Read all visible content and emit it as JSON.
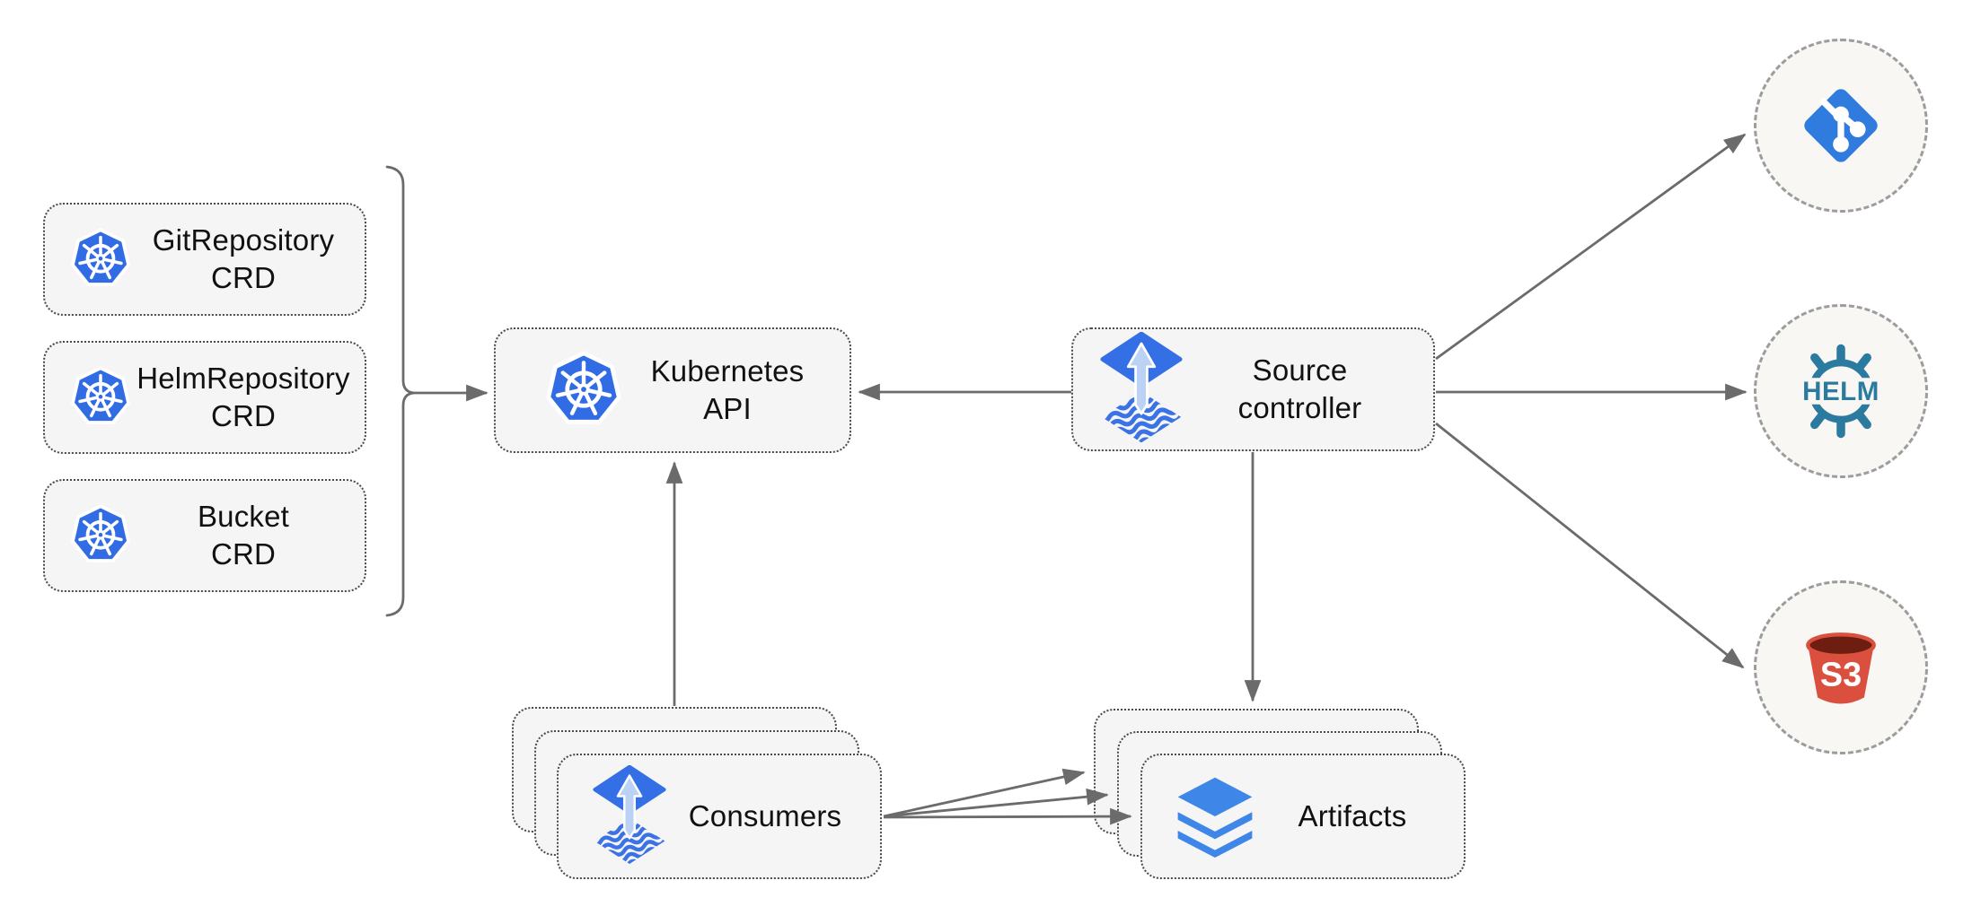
{
  "diagram": {
    "background": "#FFFFFF",
    "crds": [
      {
        "label": "GitRepository\nCRD"
      },
      {
        "label": "HelmRepository\nCRD"
      },
      {
        "label": "Bucket\nCRD"
      }
    ],
    "kubernetes_api": {
      "label": "Kubernetes API"
    },
    "source_controller": {
      "label": "Source\ncontroller"
    },
    "consumers": {
      "label": "Consumers"
    },
    "artifacts": {
      "label": "Artifacts"
    },
    "helm": {
      "text": "HELM"
    },
    "s3": {
      "text": "S3"
    },
    "edges": [
      {
        "from": "crd-group",
        "to": "kubernetes-api",
        "style": "brace-arrow"
      },
      {
        "from": "source-controller",
        "to": "kubernetes-api"
      },
      {
        "from": "consumers",
        "to": "kubernetes-api"
      },
      {
        "from": "source-controller",
        "to": "artifacts"
      },
      {
        "from": "source-controller",
        "to": "git-source"
      },
      {
        "from": "source-controller",
        "to": "helm-source"
      },
      {
        "from": "source-controller",
        "to": "s3-source"
      },
      {
        "from": "consumers",
        "to": "artifacts-back"
      },
      {
        "from": "consumers",
        "to": "artifacts-middle"
      },
      {
        "from": "consumers",
        "to": "artifacts-front"
      }
    ],
    "colors": {
      "kubernetes_blue": "#326CE5",
      "flux_blue": "#356FE5",
      "flux_arrow_light": "#BCD2F4",
      "git_blue": "#2F7BDE",
      "helm_teal": "#2B7BA0",
      "s3_red": "#DB4F3F",
      "s3_dark": "#6E1E10",
      "layers_blue": "#3E86E8",
      "node_fill": "#F5F5F5",
      "node_border": "#4A4A4A",
      "circle_fill": "#F8F7F3",
      "circle_border": "#9C9C9C",
      "edge_gray": "#6B6B6B"
    }
  }
}
